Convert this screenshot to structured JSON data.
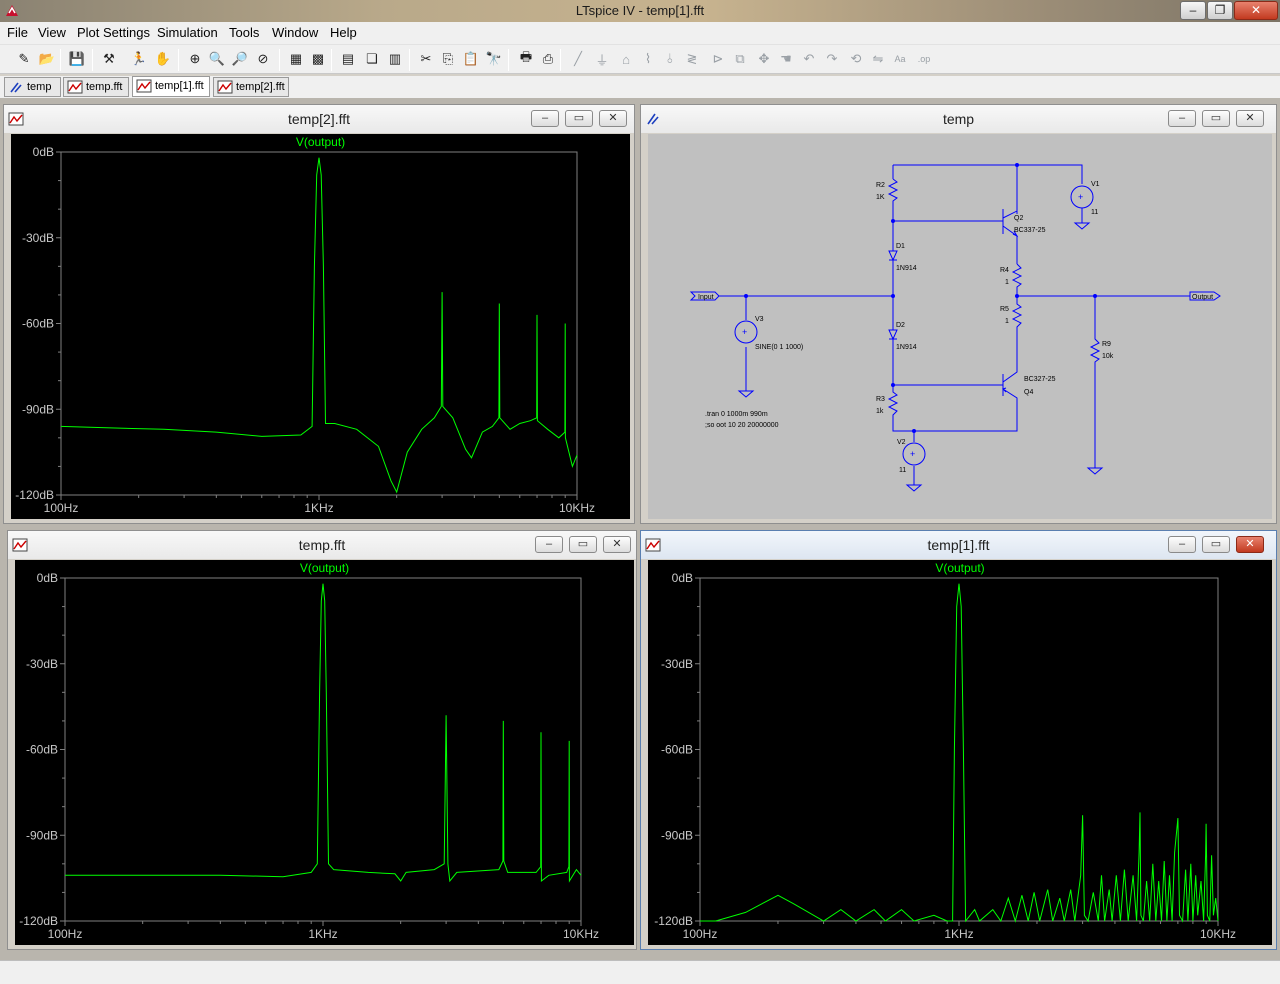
{
  "app": {
    "title": "LTspice IV - temp[1].fft",
    "window_controls": {
      "minimize": "–",
      "restore": "❐",
      "close": "✕"
    }
  },
  "menu": [
    "File",
    "View",
    "Plot Settings",
    "Simulation",
    "Tools",
    "Window",
    "Help"
  ],
  "toolbar": [
    {
      "name": "new-schematic-icon",
      "glyph": "✎"
    },
    {
      "name": "open-icon",
      "glyph": "📂"
    },
    {
      "name": "save-icon",
      "glyph": "💾"
    },
    {
      "name": "control-panel-icon",
      "glyph": "⚒"
    },
    {
      "name": "run-icon",
      "glyph": "🏃"
    },
    {
      "name": "halt-icon",
      "glyph": "✋"
    },
    {
      "name": "zoom-area-icon",
      "glyph": "⊕"
    },
    {
      "name": "zoom-in-icon",
      "glyph": "🔍"
    },
    {
      "name": "zoom-out-icon",
      "glyph": "🔎"
    },
    {
      "name": "zoom-cancel-icon",
      "glyph": "⊘"
    },
    {
      "name": "autorange-icon",
      "glyph": "▦"
    },
    {
      "name": "plot-settings-icon",
      "glyph": "▩"
    },
    {
      "name": "tile-horizontal-icon",
      "glyph": "▤"
    },
    {
      "name": "cascade-icon",
      "glyph": "❏"
    },
    {
      "name": "tile-vertical-icon",
      "glyph": "▥"
    },
    {
      "name": "cut-icon",
      "glyph": "✂"
    },
    {
      "name": "copy-icon",
      "glyph": "⎘"
    },
    {
      "name": "paste-icon",
      "glyph": "📋"
    },
    {
      "name": "find-icon",
      "glyph": "🔭"
    },
    {
      "name": "print-preview-icon",
      "glyph": "🖶"
    },
    {
      "name": "print-icon",
      "glyph": "⎙"
    },
    {
      "name": "wire-icon",
      "glyph": "╱"
    },
    {
      "name": "ground-icon",
      "glyph": "⏚"
    },
    {
      "name": "label-net-icon",
      "glyph": "⌂"
    },
    {
      "name": "resistor-icon",
      "glyph": "⌇"
    },
    {
      "name": "capacitor-icon",
      "glyph": "⫰"
    },
    {
      "name": "inductor-icon",
      "glyph": "≷"
    },
    {
      "name": "diode-icon",
      "glyph": "⊳"
    },
    {
      "name": "component-icon",
      "glyph": "⧉"
    },
    {
      "name": "move-icon",
      "glyph": "✥"
    },
    {
      "name": "drag-icon",
      "glyph": "☚"
    },
    {
      "name": "undo-icon",
      "glyph": "↶"
    },
    {
      "name": "redo-icon",
      "glyph": "↷"
    },
    {
      "name": "rotate-icon",
      "glyph": "⟲"
    },
    {
      "name": "mirror-icon",
      "glyph": "⇋"
    },
    {
      "name": "text-icon",
      "glyph": "Aa"
    },
    {
      "name": "spice-directive-icon",
      "glyph": ".op"
    }
  ],
  "tabs": [
    {
      "label": "temp",
      "kind": "schematic"
    },
    {
      "label": "temp.fft",
      "kind": "plot"
    },
    {
      "label": "temp[1].fft",
      "kind": "plot"
    },
    {
      "label": "temp[2].fft",
      "kind": "plot"
    }
  ],
  "panes": {
    "top_left": {
      "title": "temp[2].fft",
      "trace": "V(output)"
    },
    "top_right": {
      "title": "temp"
    },
    "bottom_left": {
      "title": "temp.fft",
      "trace": "V(output)"
    },
    "bottom_right": {
      "title": "temp[1].fft",
      "trace": "V(output)"
    }
  },
  "colors": {
    "trace": "#00ff00",
    "axis": "#808080",
    "tick_text": "#c8c8c8",
    "wire": "#0000ff",
    "schematic_bg": "#c0c0c0"
  },
  "schematic": {
    "labels": {
      "input": "Input",
      "output": "Output",
      "r2": "R2",
      "r2v": "1K",
      "r3": "R3",
      "r3v": "1k",
      "r4": "R4",
      "r4v": "1",
      "r5": "R5",
      "r5v": "1",
      "r9": "R9",
      "r9v": "10k",
      "d1": "D1",
      "d1m": "1N914",
      "d2": "D2",
      "d2m": "1N914",
      "q2": "Q2",
      "q2m": "BC337-25",
      "q4": "Q4",
      "q4m": "BC327-25",
      "v1": "V1",
      "v1v": "11",
      "v2": "V2",
      "v2v": "11",
      "v3": "V3",
      "v3v": "SINE(0 1 1000)",
      "dir1": ".tran 0 1000m 990m",
      "dir2": ";so oot 10 20 20000000"
    }
  },
  "chart_data": [
    {
      "type": "line",
      "pane": "top_left",
      "title": "V(output)",
      "xscale": "log",
      "xlim": [
        100,
        10000
      ],
      "ylim": [
        -120,
        0
      ],
      "xticks": [
        "100Hz",
        "1KHz",
        "10KHz"
      ],
      "yticks": [
        "0dB",
        "-30dB",
        "-60dB",
        "-90dB",
        "-120dB"
      ],
      "series": [
        {
          "name": "V(output)",
          "points": [
            [
              100,
              -96
            ],
            [
              150,
              -96.5
            ],
            [
              250,
              -97
            ],
            [
              400,
              -98
            ],
            [
              600,
              -99.5
            ],
            [
              850,
              -99
            ],
            [
              940,
              -96
            ],
            [
              960,
              -40
            ],
            [
              980,
              -8
            ],
            [
              1000,
              -2
            ],
            [
              1020,
              -8
            ],
            [
              1040,
              -40
            ],
            [
              1060,
              -95
            ],
            [
              1150,
              -95
            ],
            [
              1400,
              -97
            ],
            [
              1700,
              -103
            ],
            [
              1900,
              -115
            ],
            [
              2000,
              -119
            ],
            [
              2200,
              -105
            ],
            [
              2500,
              -97
            ],
            [
              2800,
              -93
            ],
            [
              2980,
              -89
            ],
            [
              3000,
              -49
            ],
            [
              3020,
              -89
            ],
            [
              3300,
              -93
            ],
            [
              3700,
              -104
            ],
            [
              3900,
              -107
            ],
            [
              4300,
              -98
            ],
            [
              4700,
              -96
            ],
            [
              4980,
              -93
            ],
            [
              5000,
              -53
            ],
            [
              5020,
              -93
            ],
            [
              5500,
              -97
            ],
            [
              6000,
              -95
            ],
            [
              6600,
              -94
            ],
            [
              6980,
              -93
            ],
            [
              7000,
              -57
            ],
            [
              7020,
              -94
            ],
            [
              7700,
              -97
            ],
            [
              8500,
              -100
            ],
            [
              8980,
              -98
            ],
            [
              9000,
              -60
            ],
            [
              9020,
              -100
            ],
            [
              9600,
              -110
            ],
            [
              10000,
              -106
            ]
          ]
        }
      ]
    },
    {
      "type": "line",
      "pane": "bottom_left",
      "title": "V(output)",
      "xscale": "log",
      "xlim": [
        100,
        10000
      ],
      "ylim": [
        -120,
        0
      ],
      "xticks": [
        "100Hz",
        "1KHz",
        "10KHz"
      ],
      "yticks": [
        "0dB",
        "-30dB",
        "-60dB",
        "-90dB",
        "-120dB"
      ],
      "series": [
        {
          "name": "V(output)",
          "points": [
            [
              100,
              -104
            ],
            [
              200,
              -104
            ],
            [
              400,
              -104
            ],
            [
              700,
              -104.5
            ],
            [
              900,
              -103
            ],
            [
              950,
              -100
            ],
            [
              970,
              -40
            ],
            [
              985,
              -8
            ],
            [
              1000,
              -2
            ],
            [
              1015,
              -8
            ],
            [
              1030,
              -40
            ],
            [
              1050,
              -100
            ],
            [
              1100,
              -102
            ],
            [
              1500,
              -103
            ],
            [
              1900,
              -103.5
            ],
            [
              2000,
              -106
            ],
            [
              2100,
              -103
            ],
            [
              2700,
              -102
            ],
            [
              2950,
              -100
            ],
            [
              3000,
              -48
            ],
            [
              3050,
              -100
            ],
            [
              3100,
              -106
            ],
            [
              3300,
              -103
            ],
            [
              4800,
              -102
            ],
            [
              4980,
              -99
            ],
            [
              5000,
              -50
            ],
            [
              5020,
              -99
            ],
            [
              5200,
              -103
            ],
            [
              6700,
              -103
            ],
            [
              6980,
              -101
            ],
            [
              7000,
              -54
            ],
            [
              7020,
              -106
            ],
            [
              7500,
              -104
            ],
            [
              8800,
              -103
            ],
            [
              8980,
              -101
            ],
            [
              9000,
              -57
            ],
            [
              9020,
              -106
            ],
            [
              9600,
              -102
            ],
            [
              10000,
              -104
            ]
          ]
        }
      ]
    },
    {
      "type": "line",
      "pane": "bottom_right",
      "title": "V(output)",
      "xscale": "log",
      "xlim": [
        100,
        10000
      ],
      "ylim": [
        -120,
        0
      ],
      "xticks": [
        "100Hz",
        "1KHz",
        "10KHz"
      ],
      "yticks": [
        "0dB",
        "-30dB",
        "-60dB",
        "-90dB",
        "-120dB"
      ],
      "series": [
        {
          "name": "V(output)",
          "points": [
            [
              100,
              -120
            ],
            [
              115,
              -120
            ],
            [
              150,
              -117
            ],
            [
              200,
              -111
            ],
            [
              230,
              -114
            ],
            [
              300,
              -120
            ],
            [
              350,
              -116
            ],
            [
              400,
              -120
            ],
            [
              470,
              -116
            ],
            [
              520,
              -120
            ],
            [
              600,
              -116
            ],
            [
              670,
              -120
            ],
            [
              800,
              -118
            ],
            [
              900,
              -120
            ],
            [
              945,
              -120
            ],
            [
              960,
              -60
            ],
            [
              980,
              -10
            ],
            [
              1000,
              -2
            ],
            [
              1020,
              -10
            ],
            [
              1040,
              -60
            ],
            [
              1060,
              -120
            ],
            [
              1150,
              -116
            ],
            [
              1200,
              -120
            ],
            [
              1350,
              -116
            ],
            [
              1450,
              -120
            ],
            [
              1550,
              -112
            ],
            [
              1650,
              -120
            ],
            [
              1750,
              -111
            ],
            [
              1850,
              -120
            ],
            [
              1950,
              -110
            ],
            [
              2050,
              -120
            ],
            [
              2200,
              -109
            ],
            [
              2300,
              -120
            ],
            [
              2450,
              -112
            ],
            [
              2550,
              -120
            ],
            [
              2700,
              -109
            ],
            [
              2800,
              -120
            ],
            [
              2950,
              -104
            ],
            [
              3000,
              -83
            ],
            [
              3050,
              -118
            ],
            [
              3150,
              -120
            ],
            [
              3300,
              -110
            ],
            [
              3450,
              -120
            ],
            [
              3550,
              -104
            ],
            [
              3650,
              -120
            ],
            [
              3800,
              -109
            ],
            [
              3900,
              -120
            ],
            [
              4050,
              -104
            ],
            [
              4200,
              -120
            ],
            [
              4350,
              -102
            ],
            [
              4500,
              -120
            ],
            [
              4700,
              -104
            ],
            [
              4850,
              -120
            ],
            [
              4960,
              -96
            ],
            [
              5000,
              -82
            ],
            [
              5040,
              -118
            ],
            [
              5150,
              -120
            ],
            [
              5300,
              -106
            ],
            [
              5450,
              -120
            ],
            [
              5600,
              -100
            ],
            [
              5750,
              -120
            ],
            [
              5900,
              -106
            ],
            [
              6050,
              -120
            ],
            [
              6200,
              -99
            ],
            [
              6350,
              -120
            ],
            [
              6500,
              -104
            ],
            [
              6650,
              -120
            ],
            [
              6800,
              -96
            ],
            [
              7000,
              -84
            ],
            [
              7100,
              -118
            ],
            [
              7300,
              -120
            ],
            [
              7500,
              -102
            ],
            [
              7650,
              -120
            ],
            [
              7850,
              -100
            ],
            [
              8000,
              -120
            ],
            [
              8200,
              -104
            ],
            [
              8350,
              -118
            ],
            [
              8600,
              -106
            ],
            [
              8800,
              -120
            ],
            [
              8960,
              -97
            ],
            [
              9000,
              -86
            ],
            [
              9100,
              -118
            ],
            [
              9300,
              -120
            ],
            [
              9450,
              -97
            ],
            [
              9600,
              -118
            ],
            [
              9800,
              -112
            ],
            [
              10000,
              -120
            ]
          ]
        }
      ]
    }
  ]
}
